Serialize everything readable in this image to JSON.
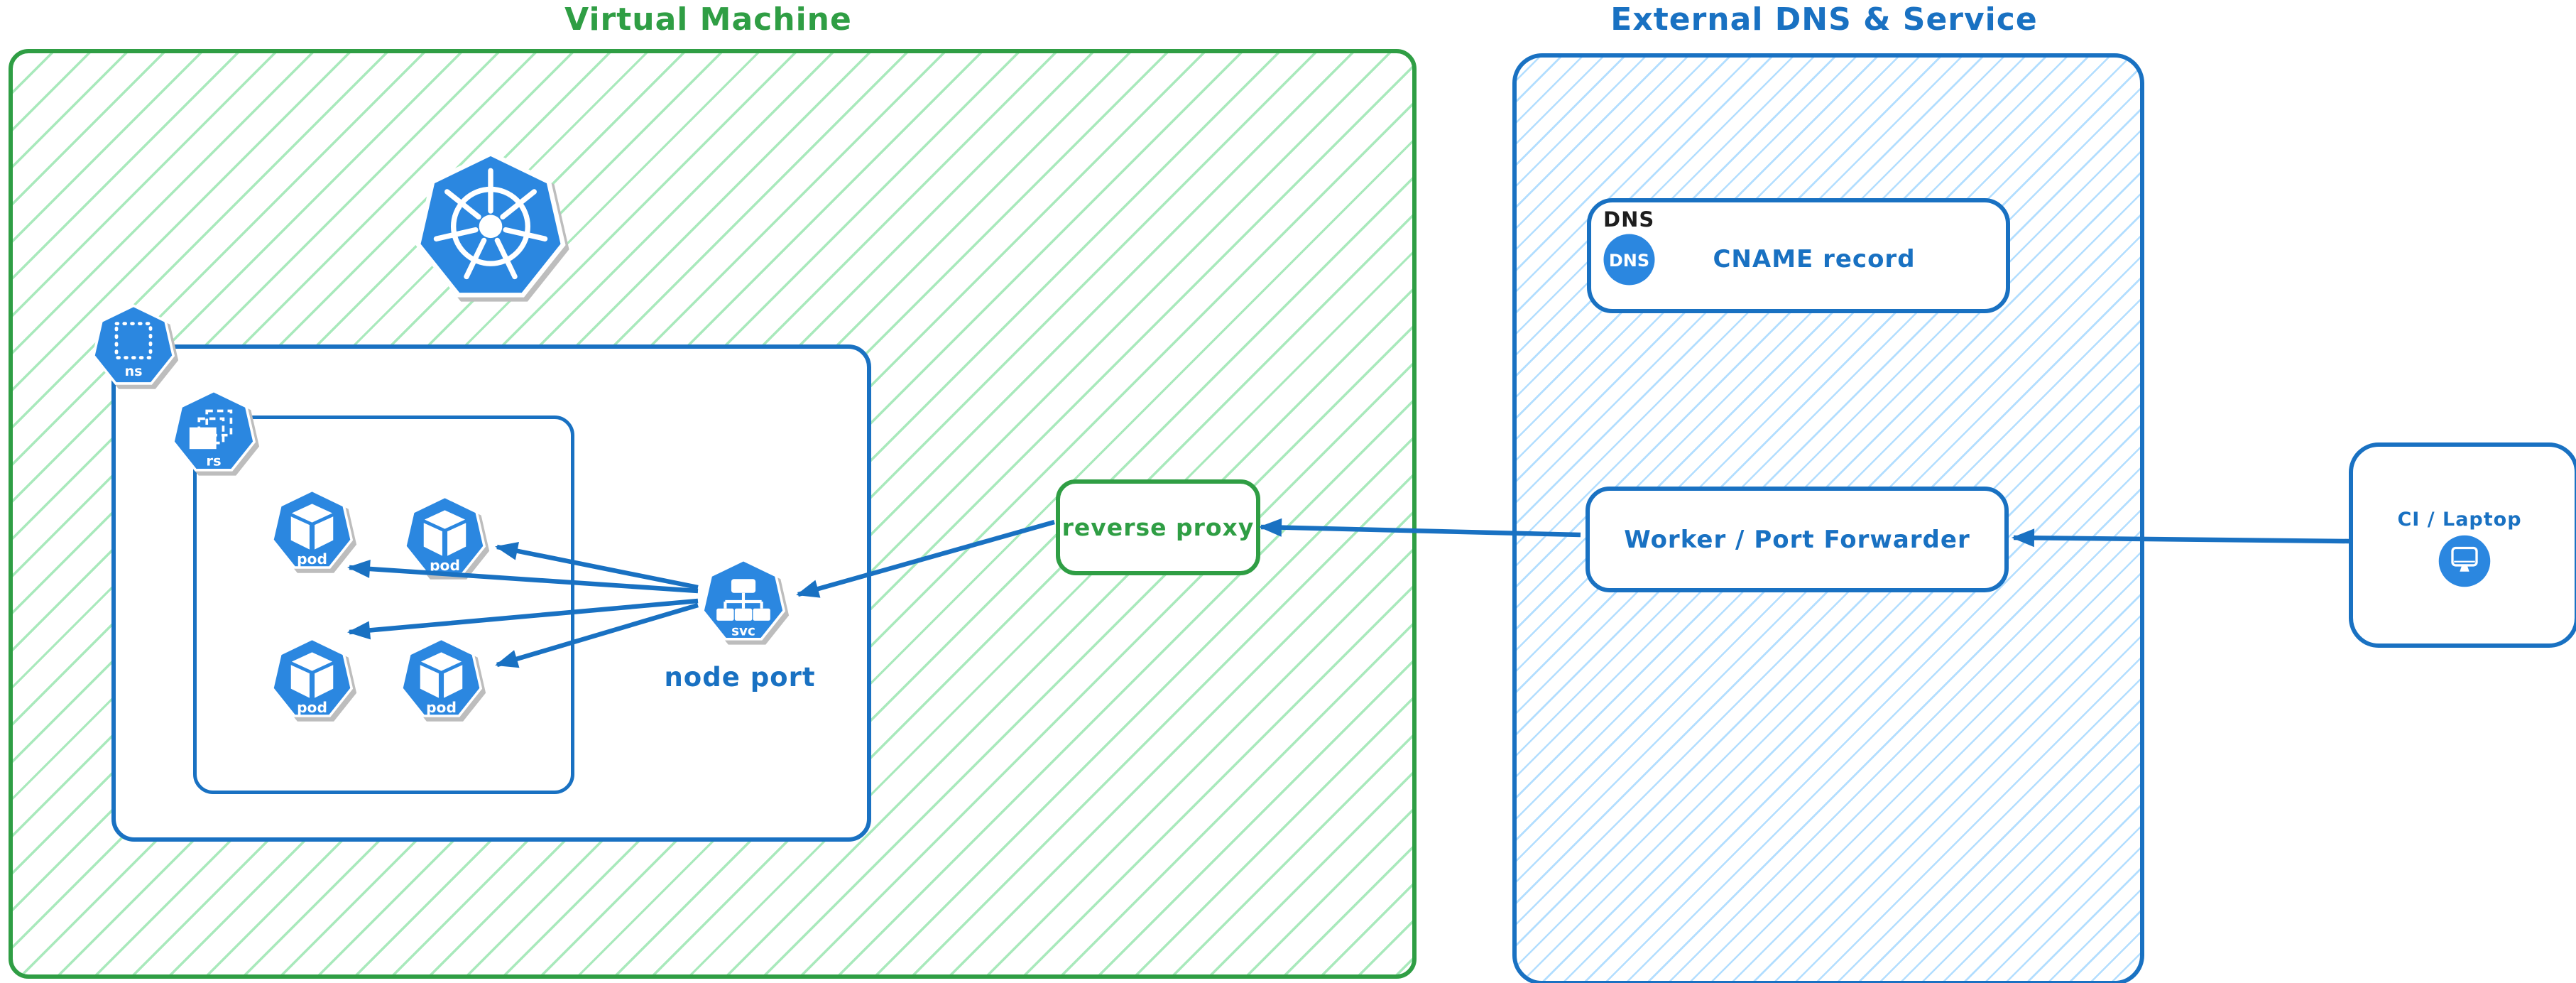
{
  "diagram": {
    "vm_region": {
      "title": "Virtual Machine"
    },
    "k8s": {
      "namespace_label": "ns",
      "replicaset_label": "rs",
      "pod_label": "pod",
      "service_label": "svc",
      "node_port_label": "node port"
    },
    "reverse_proxy": {
      "label": "reverse proxy"
    },
    "external_region": {
      "title": "External DNS & Service",
      "dns_tag": "DNS",
      "dns_badge": "DNS",
      "cname_label": "CNAME record",
      "worker_label": "Worker / Port Forwarder"
    },
    "client": {
      "label": "CI / Laptop"
    },
    "colors": {
      "green": "#2f9e44",
      "green_hatch": "#8ce2a6",
      "blue": "#1971c2",
      "blue_hatch": "#a5d8ff",
      "k8s_icon_blue": "#2b87e0",
      "icon_shadow_gray": "#bdbdbd",
      "dns_tag_black": "#1e1e1e",
      "box_fill": "#ffffff"
    }
  }
}
